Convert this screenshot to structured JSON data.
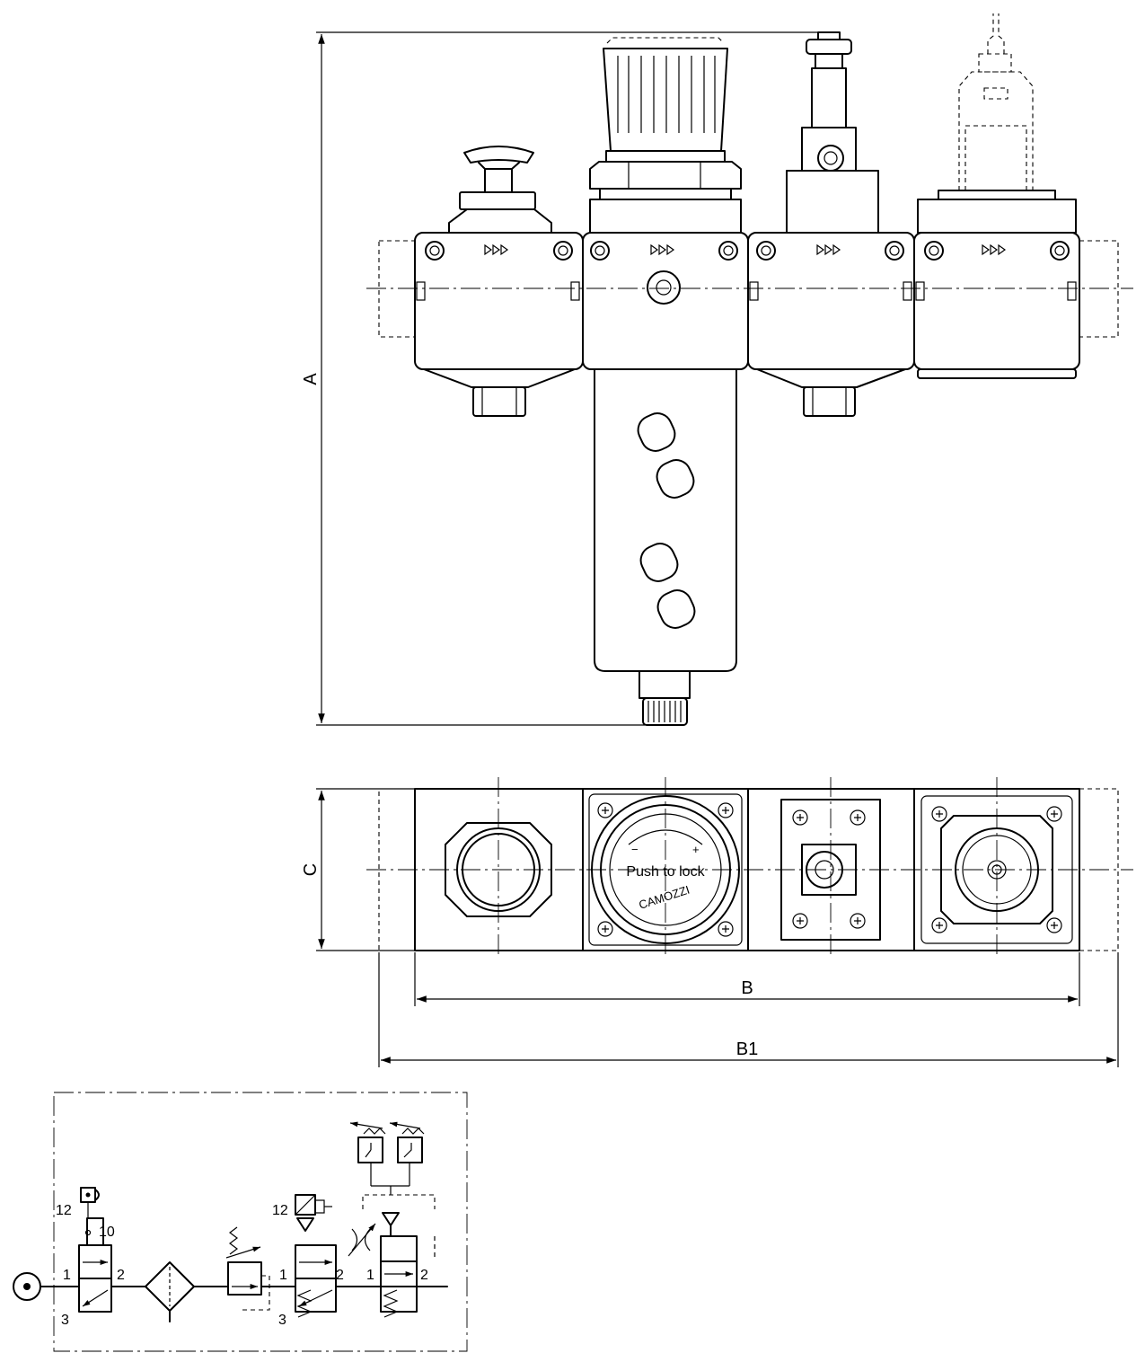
{
  "dimensions": {
    "a": "A",
    "b": "B",
    "b1": "B1",
    "c": "C"
  },
  "top_view": {
    "knob_text": "Push to lock",
    "brand_text": "CAMOZZI"
  },
  "schematic": {
    "ports": {
      "p1": "1",
      "p2": "2",
      "p3": "3",
      "p10": "10",
      "p12": "12"
    }
  }
}
